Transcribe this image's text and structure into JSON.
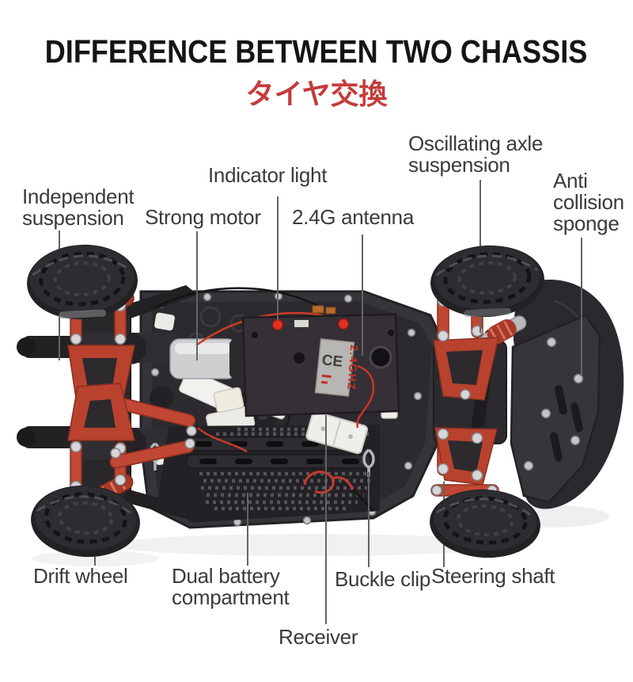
{
  "title": "DIFFERENCE BETWEEN TWO CHASSIS",
  "subtitle": "タイヤ交換",
  "callouts": {
    "independent_suspension": "Independent suspension",
    "strong_motor": "Strong motor",
    "indicator_light": "Indicator light",
    "antenna_24g": "2.4G antenna",
    "oscillating_axle_suspension": "Oscillating axle suspension",
    "anti_collision_sponge": "Anti collision sponge",
    "drift_wheel": "Drift wheel",
    "dual_battery_compartment": "Dual battery compartment",
    "buckle_clip": "Buckle clip",
    "steering_shaft": "Steering shaft",
    "receiver": "Receiver"
  },
  "sticker": {
    "ce": "CE",
    "frequency": "2.4GHZ"
  },
  "colors": {
    "title_text": "#151515",
    "subtitle_red": "#c43b3b",
    "label_text": "#3a3a3a",
    "leader_line": "#646464",
    "suspension_red": "#bf4733",
    "chassis_dark": "#343137",
    "led_red": "#e03224"
  }
}
